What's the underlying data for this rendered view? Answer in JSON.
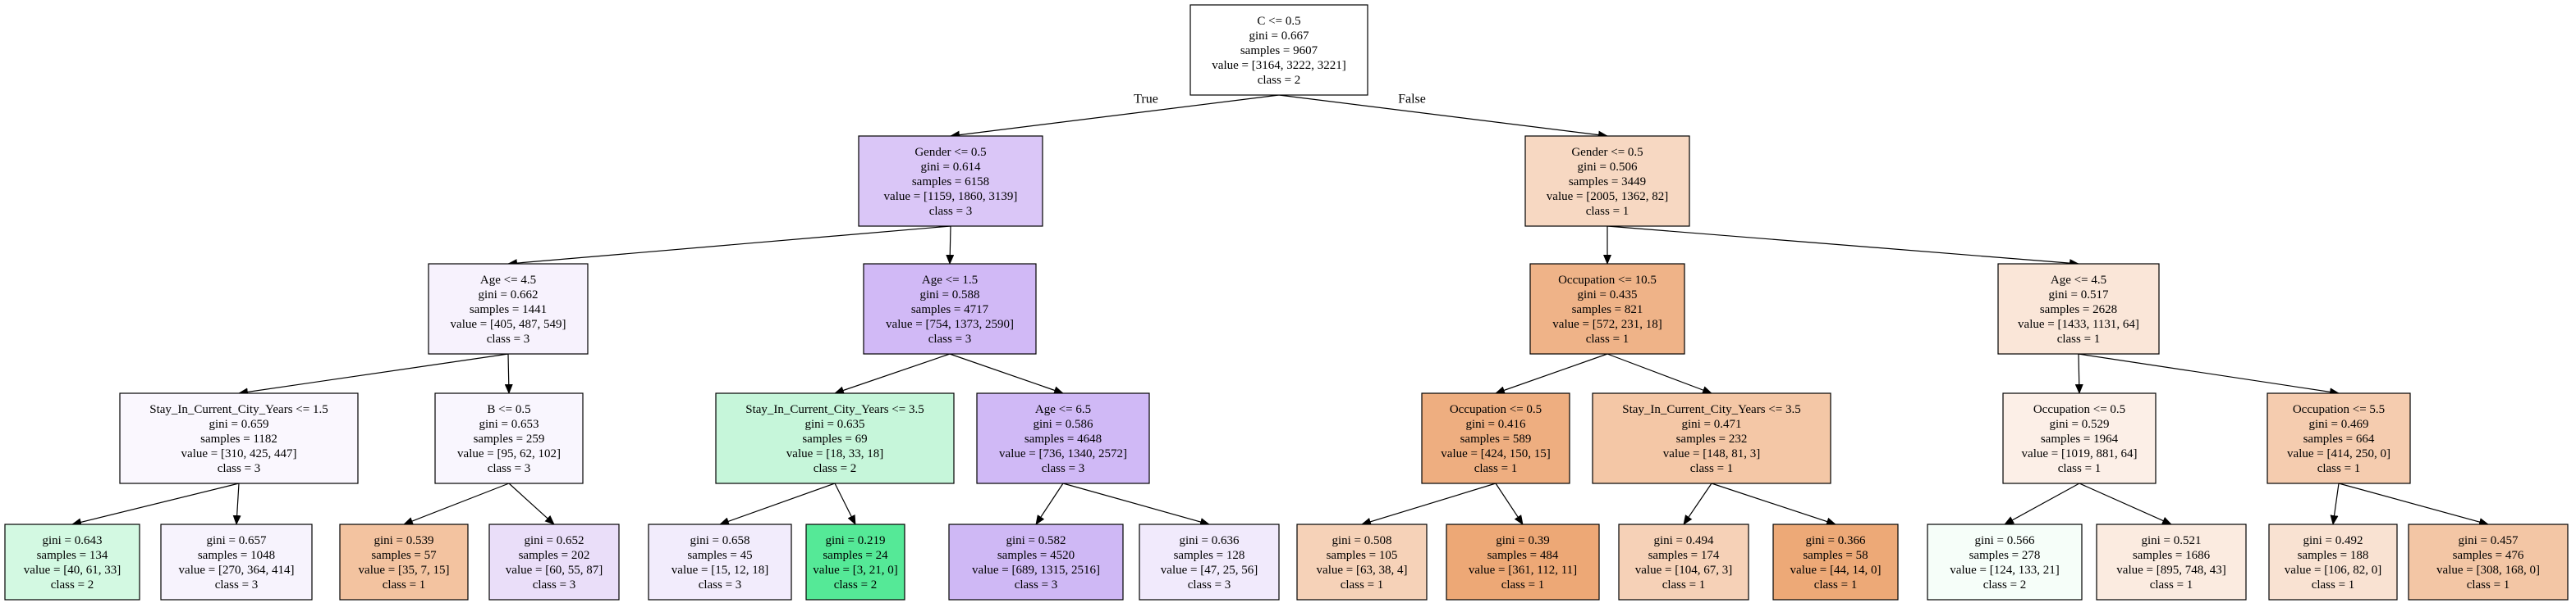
{
  "tree": {
    "nodes": [
      {
        "id": "n0",
        "lines": [
          "C <= 0.5",
          "gini = 0.667",
          "samples = 9607",
          "value = [3164, 3222, 3221]",
          "class = 2"
        ],
        "fill": "#ffffff"
      },
      {
        "id": "n1",
        "lines": [
          "Gender <= 0.5",
          "gini = 0.614",
          "samples = 6158",
          "value = [1159, 1860, 3139]",
          "class = 3"
        ],
        "fill": "#dac6f7"
      },
      {
        "id": "n2",
        "lines": [
          "Gender <= 0.5",
          "gini = 0.506",
          "samples = 3449",
          "value = [2005, 1362, 82]",
          "class = 1"
        ],
        "fill": "#f7d8c2"
      },
      {
        "id": "n3",
        "lines": [
          "Age <= 4.5",
          "gini = 0.662",
          "samples = 1441",
          "value = [405, 487, 549]",
          "class = 3"
        ],
        "fill": "#f7f2fd"
      },
      {
        "id": "n4",
        "lines": [
          "Age <= 1.5",
          "gini = 0.588",
          "samples = 4717",
          "value = [754, 1373, 2590]",
          "class = 3"
        ],
        "fill": "#d1b9f6"
      },
      {
        "id": "n5",
        "lines": [
          "Occupation <= 10.5",
          "gini = 0.435",
          "samples = 821",
          "value = [572, 231, 18]",
          "class = 1"
        ],
        "fill": "#efb388"
      },
      {
        "id": "n6",
        "lines": [
          "Age <= 4.5",
          "gini = 0.517",
          "samples = 2628",
          "value = [1433, 1131, 64]",
          "class = 1"
        ],
        "fill": "#fae6d8"
      },
      {
        "id": "n7",
        "lines": [
          "Stay_In_Current_City_Years <= 1.5",
          "gini = 0.659",
          "samples = 1182",
          "value = [310, 425, 447]",
          "class = 3"
        ],
        "fill": "#faf7fe"
      },
      {
        "id": "n8",
        "lines": [
          "B <= 0.5",
          "gini = 0.653",
          "samples = 259",
          "value = [95, 62, 102]",
          "class = 3"
        ],
        "fill": "#f9f6fe"
      },
      {
        "id": "n9",
        "lines": [
          "Stay_In_Current_City_Years <= 3.5",
          "gini = 0.635",
          "samples = 69",
          "value = [18, 33, 18]",
          "class = 2"
        ],
        "fill": "#c6f6da"
      },
      {
        "id": "n10",
        "lines": [
          "Age <= 6.5",
          "gini = 0.586",
          "samples = 4648",
          "value = [736, 1340, 2572]",
          "class = 3"
        ],
        "fill": "#d0b9f6"
      },
      {
        "id": "n11",
        "lines": [
          "Occupation <= 0.5",
          "gini = 0.416",
          "samples = 589",
          "value = [424, 150, 15]",
          "class = 1"
        ],
        "fill": "#eeae80"
      },
      {
        "id": "n12",
        "lines": [
          "Stay_In_Current_City_Years <= 3.5",
          "gini = 0.471",
          "samples = 232",
          "value = [148, 81, 3]",
          "class = 1"
        ],
        "fill": "#f4c7a6"
      },
      {
        "id": "n13",
        "lines": [
          "Occupation <= 0.5",
          "gini = 0.529",
          "samples = 1964",
          "value = [1019, 881, 64]",
          "class = 1"
        ],
        "fill": "#fcefe7"
      },
      {
        "id": "n14",
        "lines": [
          "Occupation <= 5.5",
          "gini = 0.469",
          "samples = 664",
          "value = [414, 250, 0]",
          "class = 1"
        ],
        "fill": "#f5ccaf"
      },
      {
        "id": "n15",
        "lines": [
          "gini = 0.643",
          "samples = 134",
          "value = [40, 61, 33]",
          "class = 2"
        ],
        "fill": "#d3f9e2"
      },
      {
        "id": "n16",
        "lines": [
          "gini = 0.657",
          "samples = 1048",
          "value = [270, 364, 414]",
          "class = 3"
        ],
        "fill": "#f7f3fd"
      },
      {
        "id": "n17",
        "lines": [
          "gini = 0.539",
          "samples = 57",
          "value = [35, 7, 15]",
          "class = 1"
        ],
        "fill": "#f3c3a0"
      },
      {
        "id": "n18",
        "lines": [
          "gini = 0.652",
          "samples = 202",
          "value = [60, 55, 87]",
          "class = 3"
        ],
        "fill": "#eadef9"
      },
      {
        "id": "n19",
        "lines": [
          "gini = 0.658",
          "samples = 45",
          "value = [15, 12, 18]",
          "class = 3"
        ],
        "fill": "#f2ecfc"
      },
      {
        "id": "n20",
        "lines": [
          "gini = 0.219",
          "samples = 24",
          "value = [3, 21, 0]",
          "class = 2"
        ],
        "fill": "#55e997"
      },
      {
        "id": "n21",
        "lines": [
          "gini = 0.582",
          "samples = 4520",
          "value = [689, 1315, 2516]",
          "class = 3"
        ],
        "fill": "#cfb8f5"
      },
      {
        "id": "n22",
        "lines": [
          "gini = 0.636",
          "samples = 128",
          "value = [47, 25, 56]",
          "class = 3"
        ],
        "fill": "#f1eafc"
      },
      {
        "id": "n23",
        "lines": [
          "gini = 0.508",
          "samples = 105",
          "value = [63, 38, 4]",
          "class = 1"
        ],
        "fill": "#f6d2b8"
      },
      {
        "id": "n24",
        "lines": [
          "gini = 0.39",
          "samples = 484",
          "value = [361, 112, 11]",
          "class = 1"
        ],
        "fill": "#eda876"
      },
      {
        "id": "n25",
        "lines": [
          "gini = 0.494",
          "samples = 174",
          "value = [104, 67, 3]",
          "class = 1"
        ],
        "fill": "#f6d1b7"
      },
      {
        "id": "n26",
        "lines": [
          "gini = 0.366",
          "samples = 58",
          "value = [44, 14, 0]",
          "class = 1"
        ],
        "fill": "#eda977"
      },
      {
        "id": "n27",
        "lines": [
          "gini = 0.566",
          "samples = 278",
          "value = [124, 133, 21]",
          "class = 2"
        ],
        "fill": "#f6fef9"
      },
      {
        "id": "n28",
        "lines": [
          "gini = 0.521",
          "samples = 1686",
          "value = [895, 748, 43]",
          "class = 1"
        ],
        "fill": "#fbebe0"
      },
      {
        "id": "n29",
        "lines": [
          "gini = 0.492",
          "samples = 188",
          "value = [106, 82, 0]",
          "class = 1"
        ],
        "fill": "#f9e2d2"
      },
      {
        "id": "n30",
        "lines": [
          "gini = 0.457",
          "samples = 476",
          "value = [308, 168, 0]",
          "class = 1"
        ],
        "fill": "#f3c6a5"
      }
    ],
    "edges": [
      {
        "from": "n0",
        "to": "n1",
        "label": "True"
      },
      {
        "from": "n0",
        "to": "n2",
        "label": "False"
      },
      {
        "from": "n1",
        "to": "n3"
      },
      {
        "from": "n1",
        "to": "n4"
      },
      {
        "from": "n2",
        "to": "n5"
      },
      {
        "from": "n2",
        "to": "n6"
      },
      {
        "from": "n3",
        "to": "n7"
      },
      {
        "from": "n3",
        "to": "n8"
      },
      {
        "from": "n4",
        "to": "n9"
      },
      {
        "from": "n4",
        "to": "n10"
      },
      {
        "from": "n5",
        "to": "n11"
      },
      {
        "from": "n5",
        "to": "n12"
      },
      {
        "from": "n6",
        "to": "n13"
      },
      {
        "from": "n6",
        "to": "n14"
      },
      {
        "from": "n7",
        "to": "n15"
      },
      {
        "from": "n7",
        "to": "n16"
      },
      {
        "from": "n8",
        "to": "n17"
      },
      {
        "from": "n8",
        "to": "n18"
      },
      {
        "from": "n9",
        "to": "n19"
      },
      {
        "from": "n9",
        "to": "n20"
      },
      {
        "from": "n10",
        "to": "n21"
      },
      {
        "from": "n10",
        "to": "n22"
      },
      {
        "from": "n11",
        "to": "n23"
      },
      {
        "from": "n11",
        "to": "n24"
      },
      {
        "from": "n12",
        "to": "n25"
      },
      {
        "from": "n12",
        "to": "n26"
      },
      {
        "from": "n13",
        "to": "n27"
      },
      {
        "from": "n13",
        "to": "n28"
      },
      {
        "from": "n14",
        "to": "n29"
      },
      {
        "from": "n14",
        "to": "n30"
      }
    ]
  }
}
